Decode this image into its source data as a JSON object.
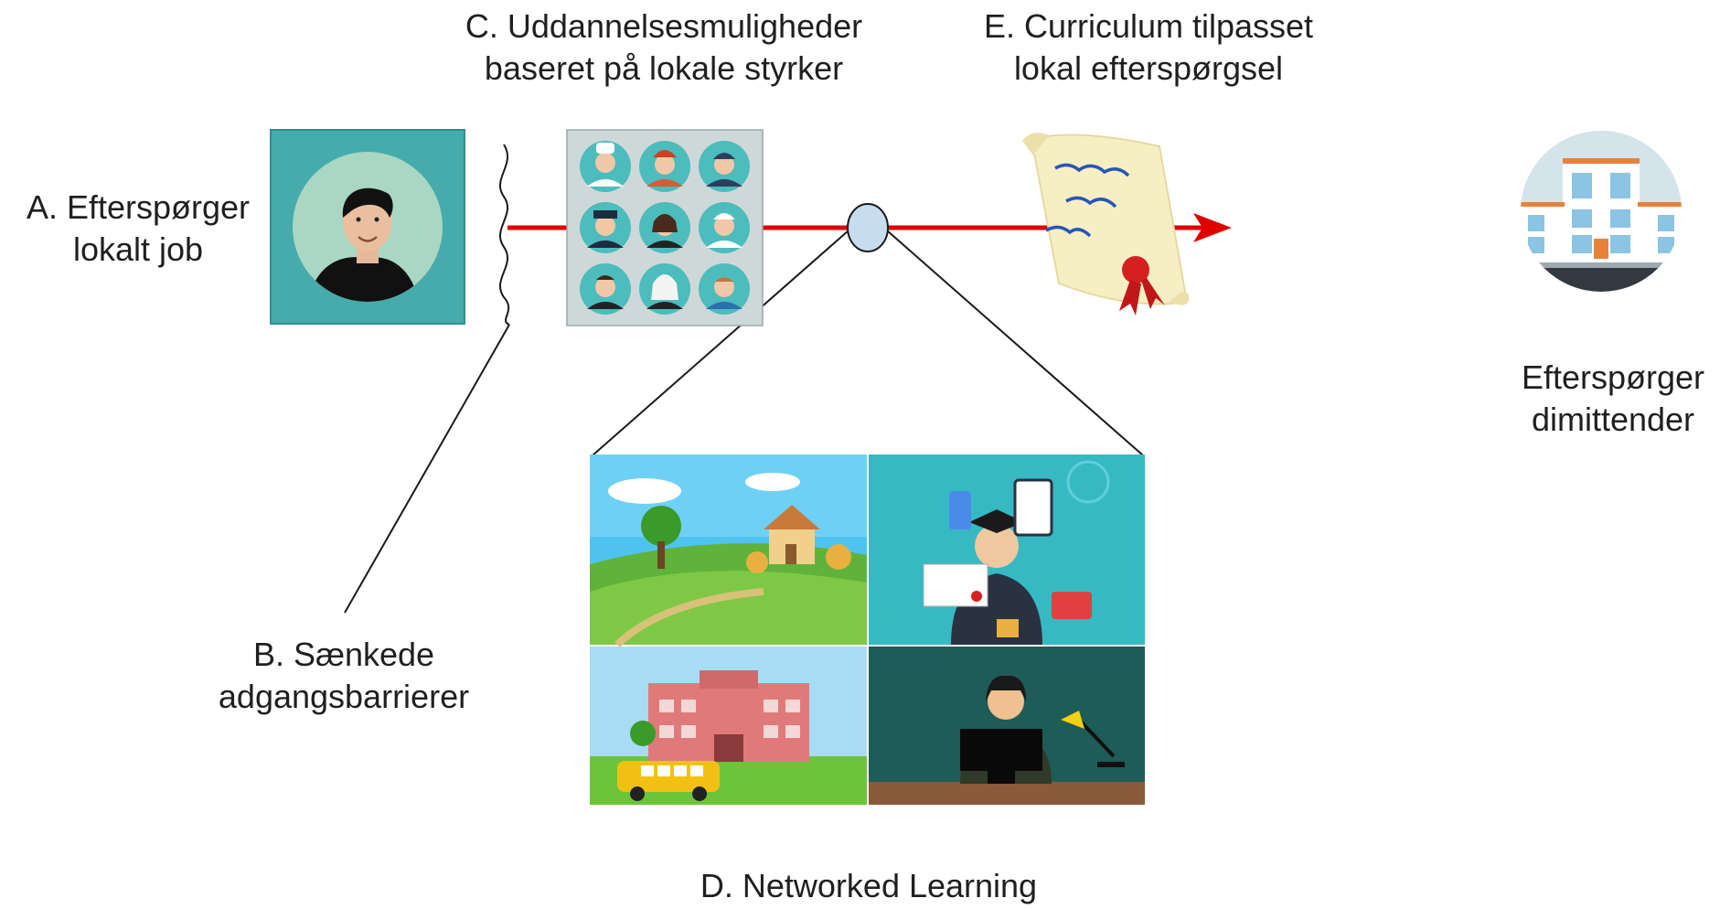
{
  "labels": {
    "a_line1": "A. Efterspørger",
    "a_line2": "lokalt job",
    "b_line1": "B. Sænkede",
    "b_line2": "adgangsbarrierer",
    "c_line1": "C. Uddannelsesmuligheder",
    "c_line2": "baseret på lokale styrker",
    "d": "D. Networked Learning",
    "e_line1": "E. Curriculum tilpasset",
    "e_line2": "lokal efterspørgsel",
    "f_line1": "Efterspørger",
    "f_line2": "dimittender"
  },
  "images": {
    "job_seeker": "person-avatar-icon",
    "professions_grid": "profession-avatars-grid",
    "diploma": "diploma-scroll-icon",
    "graduate_building": "building-icon",
    "countryside": "countryside-house-scene",
    "ed_tech": "graduate-technology-scene",
    "school": "school-bus-scene",
    "online_teacher": "teacher-computer-scene"
  },
  "colors": {
    "arrow": "#e00000",
    "teal": "#46abab",
    "node": "#c8dcf0",
    "line": "#1a1a1a"
  }
}
